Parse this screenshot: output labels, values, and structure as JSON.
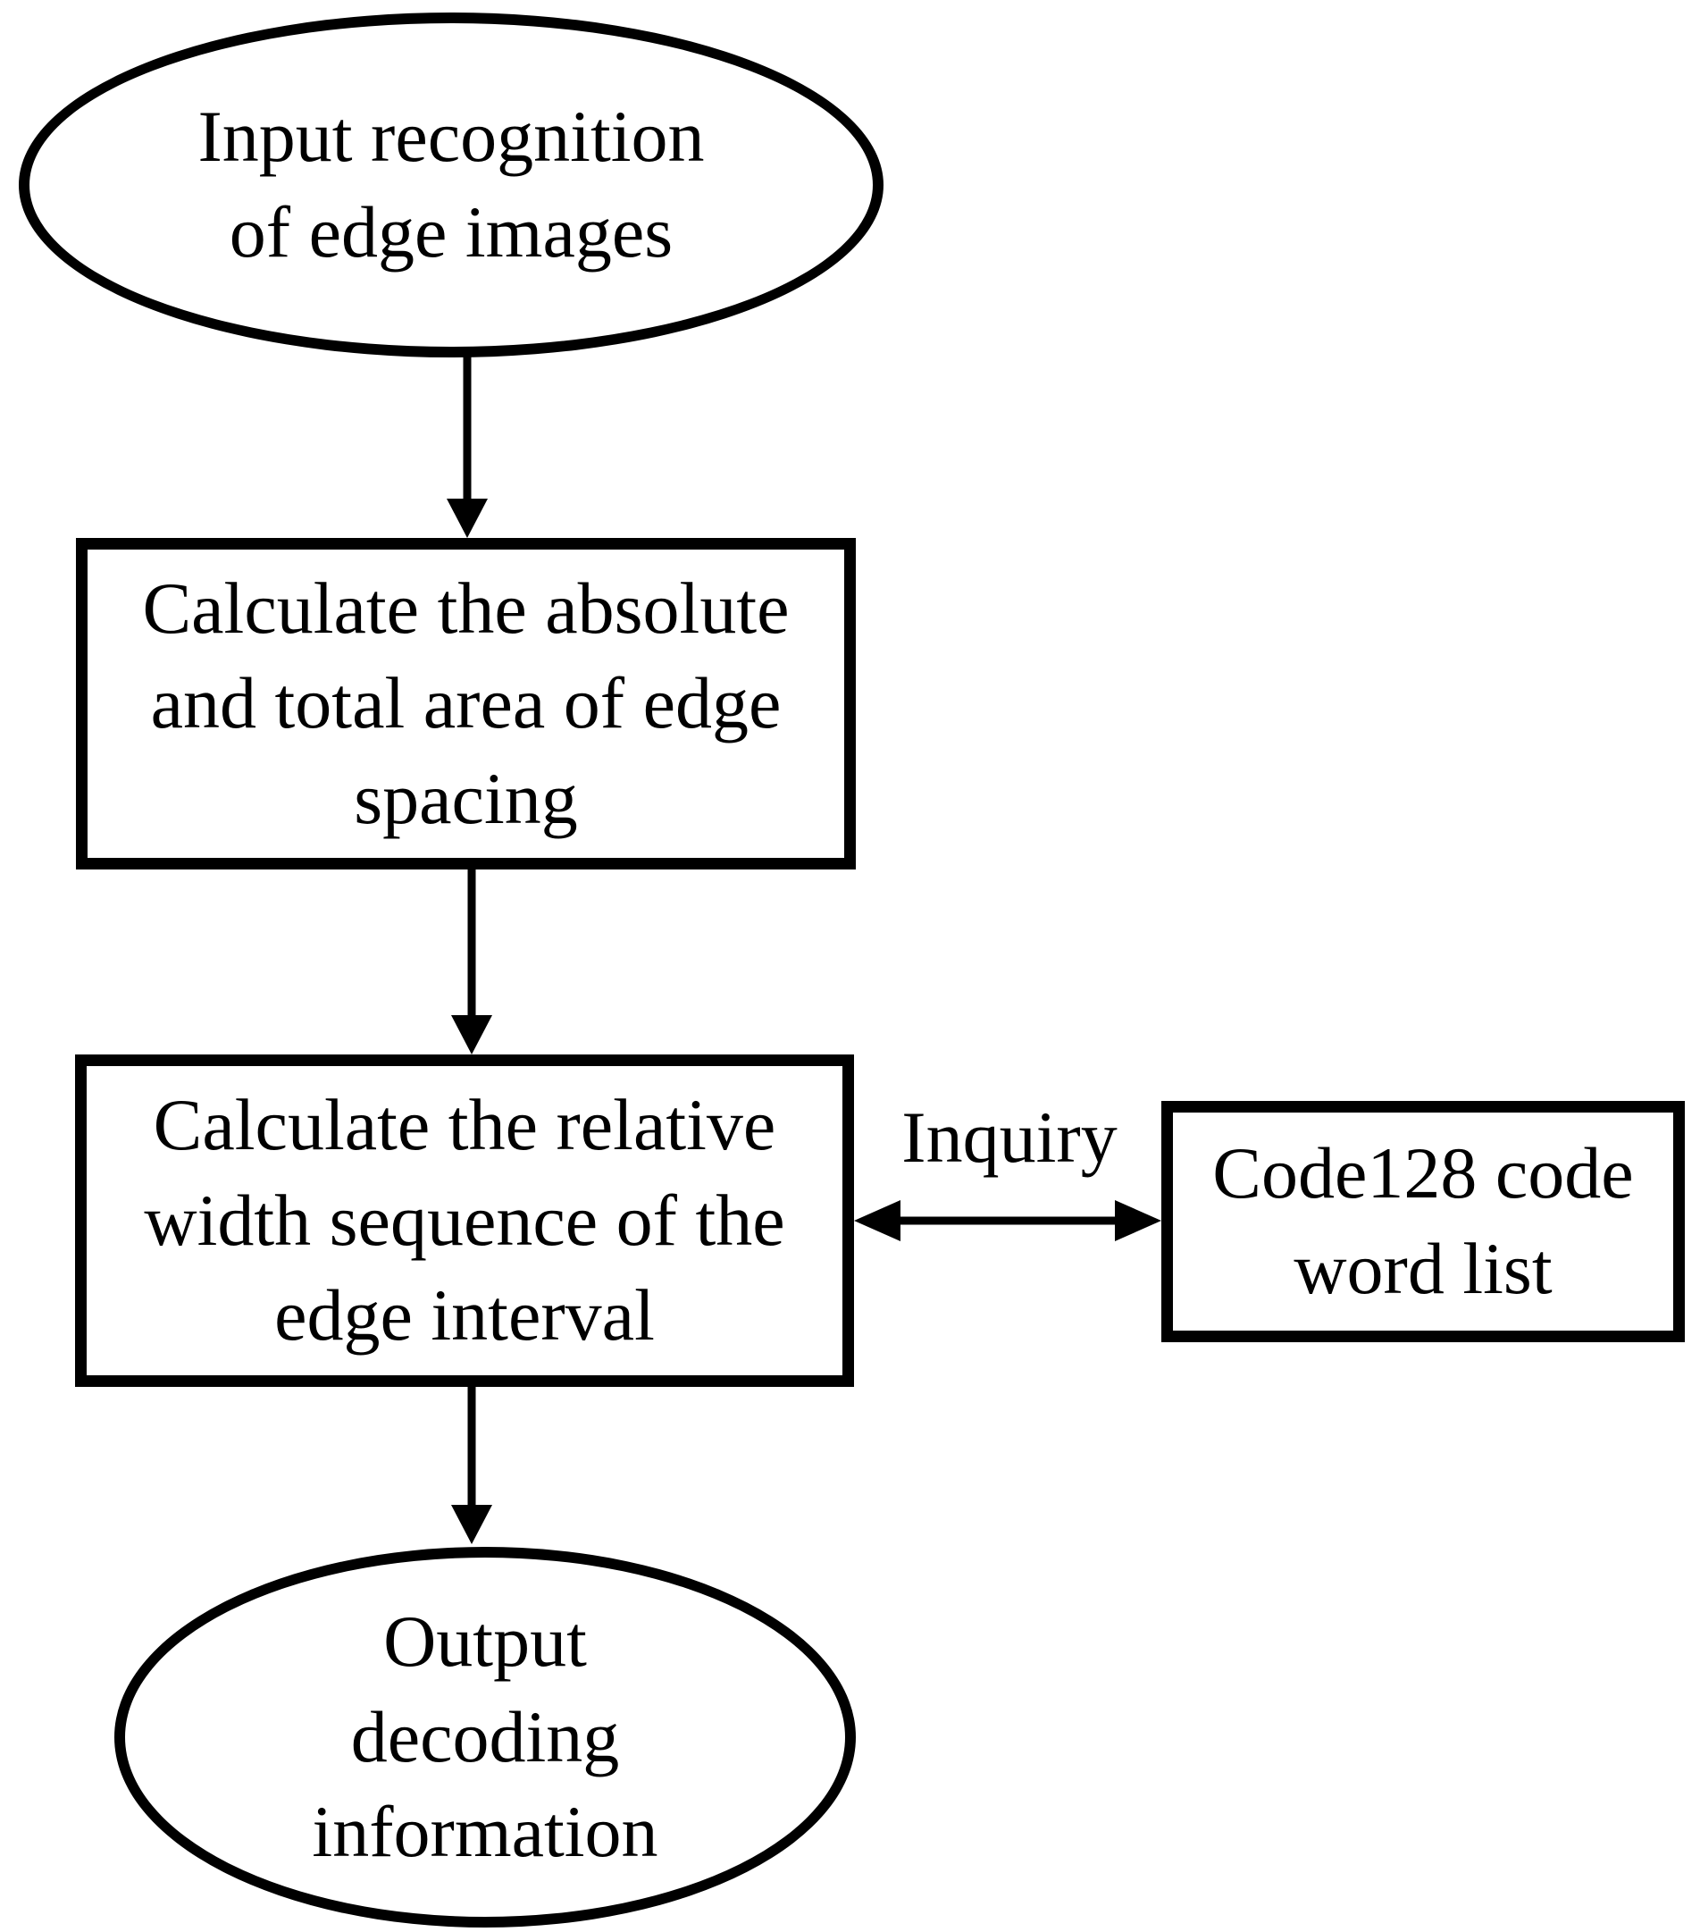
{
  "diagram": {
    "type": "flowchart",
    "colors": {
      "stroke": "#000000",
      "background": "#ffffff",
      "text": "#000000"
    },
    "nodes": {
      "input": {
        "shape": "ellipse",
        "lines": [
          "Input recognition",
          "of edge images"
        ]
      },
      "calc_absolute": {
        "shape": "rectangle",
        "lines": [
          "Calculate the absolute",
          "and total area of edge",
          "spacing"
        ]
      },
      "calc_relative": {
        "shape": "rectangle",
        "lines": [
          "Calculate the relative",
          "width sequence of the",
          "edge interval"
        ]
      },
      "code128": {
        "shape": "rectangle",
        "lines": [
          "Code128 code",
          "word list"
        ]
      },
      "output": {
        "shape": "ellipse",
        "lines": [
          "Output",
          "decoding",
          "information"
        ]
      }
    },
    "edges": {
      "inquiry_label": "Inquiry",
      "connections": [
        {
          "from": "input",
          "to": "calc_absolute",
          "style": "arrow-down"
        },
        {
          "from": "calc_absolute",
          "to": "calc_relative",
          "style": "arrow-down"
        },
        {
          "from": "calc_relative",
          "to": "code128",
          "style": "double-arrow",
          "label": "Inquiry"
        },
        {
          "from": "calc_relative",
          "to": "output",
          "style": "arrow-down"
        }
      ]
    }
  }
}
